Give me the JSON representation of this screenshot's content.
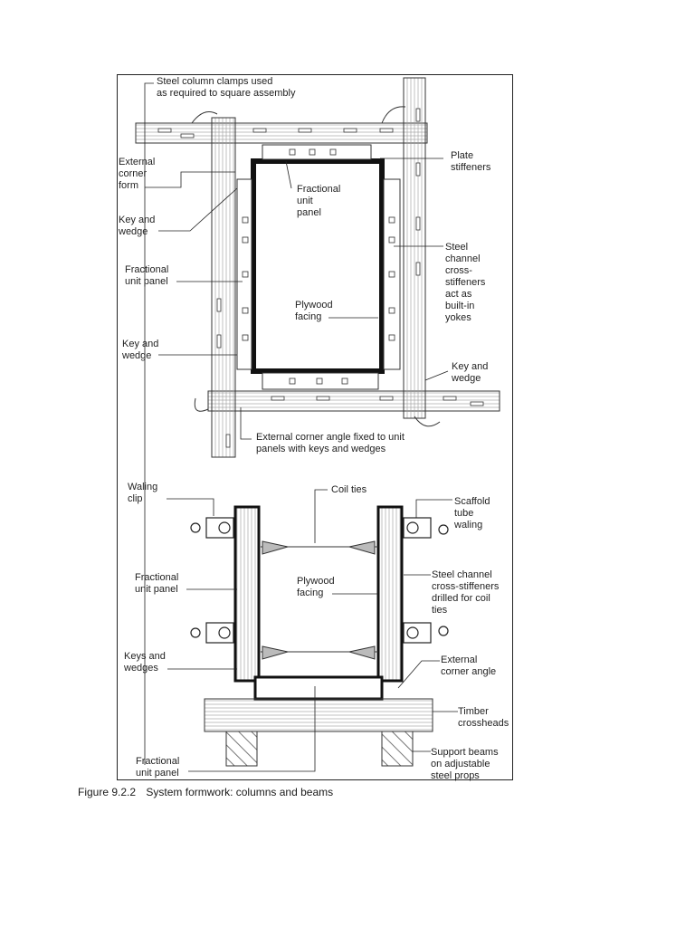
{
  "labels": {
    "steel_column_clamps": "Steel column clamps used\nas required to square assembly",
    "external_corner_form": "External\ncorner\nform",
    "key_and_wedge_upper": "Key and\nwedge",
    "fractional_unit_panel_left": "Fractional\nunit panel",
    "key_and_wedge_lower": "Key and\nwedge",
    "fractional_unit_panel_center": "Fractional\nunit\npanel",
    "plywood_facing_top": "Plywood\nfacing",
    "plate_stiffeners": "Plate\nstiffeners",
    "steel_channel_cross_stiffeners": "Steel\nchannel\ncross-\nstiffeners\nact as\nbuilt-in\nyokes",
    "key_and_wedge_right": "Key and\nwedge",
    "external_corner_angle_fixed": "External corner angle fixed to unit\npanels with keys and wedges",
    "waling_clip": "Waling\nclip",
    "coil_ties": "Coil ties",
    "scaffold_tube_waling": "Scaffold\ntube\nwaling",
    "fractional_unit_panel_beam": "Fractional\nunit panel",
    "plywood_facing_beam": "Plywood\nfacing",
    "steel_channel_drilled": "Steel channel\ncross-stiffeners\ndrilled for coil\nties",
    "keys_and_wedges": "Keys and\nwedges",
    "external_corner_angle": "External\ncorner angle",
    "timber_crossheads": "Timber\ncrossheads",
    "fractional_unit_panel_bottom": "Fractional\nunit panel",
    "support_beams": "Support beams\non adjustable\nsteel props"
  },
  "caption": {
    "number": "Figure 9.2.2",
    "text": "System formwork:  columns and beams"
  }
}
